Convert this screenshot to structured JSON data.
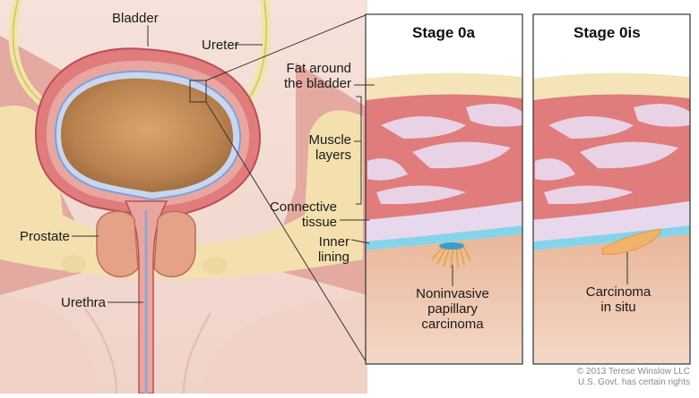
{
  "labels": {
    "bladder": "Bladder",
    "ureter": "Ureter",
    "fat_line1": "Fat around",
    "fat_line2": "the bladder",
    "muscle_line1": "Muscle",
    "muscle_line2": "layers",
    "connective_line1": "Connective",
    "connective_line2": "tissue",
    "inner_line1": "Inner",
    "inner_line2": "lining",
    "prostate": "Prostate",
    "urethra": "Urethra"
  },
  "panels": {
    "stage0a": {
      "title": "Stage 0a",
      "tumor_line1": "Noninvasive",
      "tumor_line2": "papillary",
      "tumor_line3": "carcinoma"
    },
    "stage0is": {
      "title": "Stage 0is",
      "tumor_line1": "Carcinoma",
      "tumor_line2": "in situ"
    }
  },
  "copyright": {
    "line1": "© 2013 Terese Winslow LLC",
    "line2": "U.S. Govt. has certain rights"
  },
  "colors": {
    "fat": "#f4e4b8",
    "muscle": "#e07c7c",
    "connective": "#e8d8ee",
    "inner_lining": "#86d4ea",
    "lumen": "#c9955e",
    "skin": "#f3d7cf"
  }
}
